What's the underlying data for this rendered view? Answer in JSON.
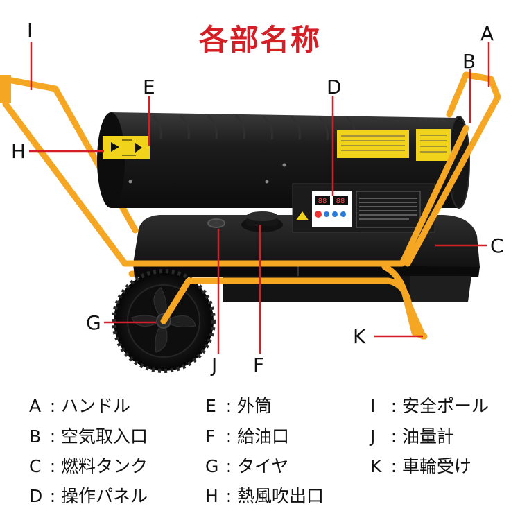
{
  "title": "各部名称",
  "callouts": {
    "A": "A",
    "B": "B",
    "C": "C",
    "D": "D",
    "E": "E",
    "F": "F",
    "G": "G",
    "H": "H",
    "I": "I",
    "J": "J",
    "K": "K"
  },
  "panel": {
    "display_left": "88",
    "display_right": "88"
  },
  "legend": [
    {
      "key": "A",
      "name": "ハンドル"
    },
    {
      "key": "B",
      "name": "空気取入口"
    },
    {
      "key": "C",
      "name": "燃料タンク"
    },
    {
      "key": "D",
      "name": "操作パネル"
    },
    {
      "key": "E",
      "name": "外筒"
    },
    {
      "key": "F",
      "name": "給油口"
    },
    {
      "key": "G",
      "name": "タイヤ"
    },
    {
      "key": "H",
      "name": "熱風吹出口"
    },
    {
      "key": "I",
      "name": "安全ポール"
    },
    {
      "key": "J",
      "name": "油量計"
    },
    {
      "key": "K",
      "name": "車輪受け"
    }
  ],
  "colors": {
    "title": "#d51f26",
    "frame": "#f5a623",
    "body": "#1a1a1a",
    "sticker": "#f2d31b"
  }
}
